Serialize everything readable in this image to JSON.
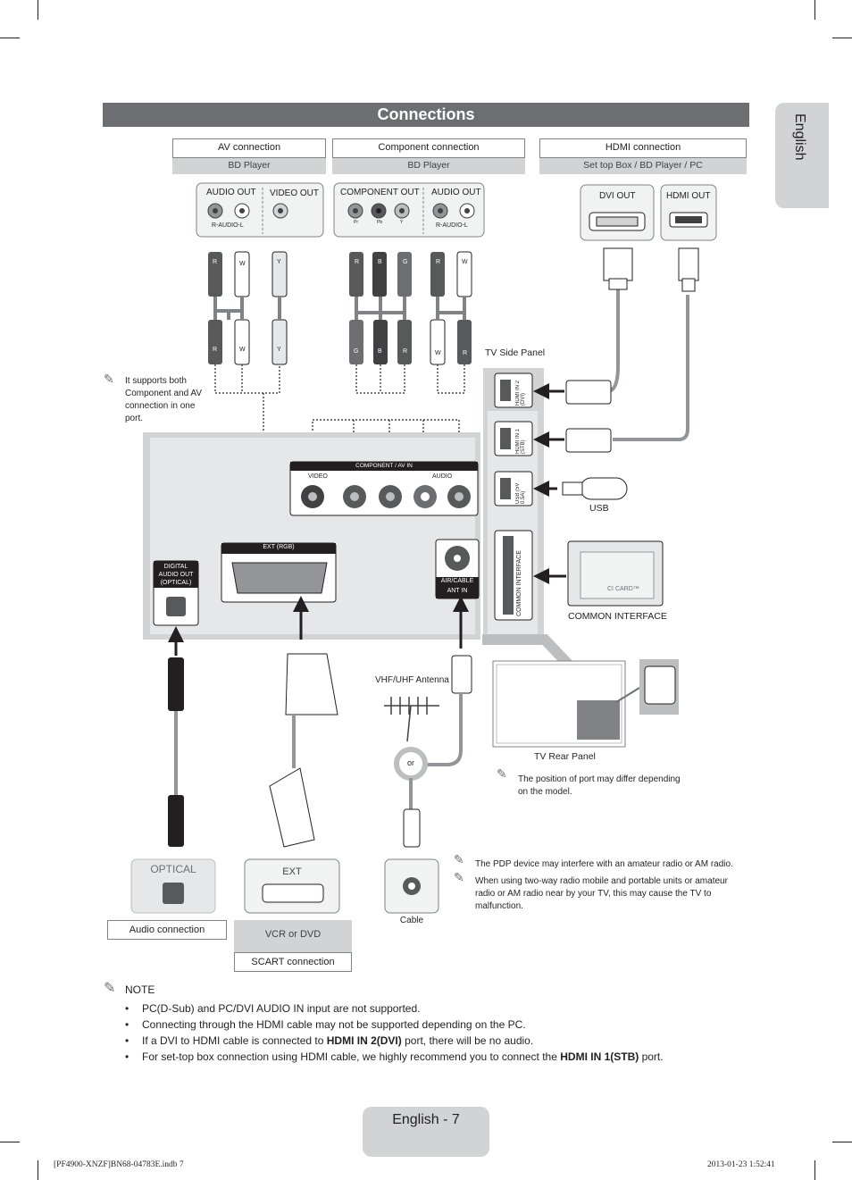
{
  "header": {
    "title": "Connections",
    "language_tab": "English"
  },
  "sections": {
    "av": {
      "title": "AV connection",
      "device": "BD Player",
      "audio_out": "AUDIO OUT",
      "video_out": "VIDEO OUT",
      "r_audio_l": "R-AUDIO-L"
    },
    "component": {
      "title": "Component connection",
      "device": "BD Player",
      "component_out": "COMPONENT OUT",
      "audio_out": "AUDIO OUT",
      "r_audio_l": "R-AUDIO-L",
      "pr": "Pr",
      "pb": "Pb",
      "y": "Y"
    },
    "hdmi": {
      "title": "HDMI connection",
      "device": "Set top Box / BD Player / PC",
      "dvi_out": "DVI OUT",
      "hdmi_out": "HDMI OUT"
    }
  },
  "plug_labels": {
    "av_top": [
      "R",
      "W",
      "Y"
    ],
    "av_bottom": [
      "R",
      "W",
      "Y"
    ],
    "comp_top": [
      "R",
      "B",
      "G",
      "R",
      "W"
    ],
    "comp_bottom": [
      "G",
      "B",
      "R",
      "W",
      "R"
    ]
  },
  "notes": {
    "component_av": "It supports both Component and AV connection in one port.",
    "port_position": "The position of port may differ depending on the model.",
    "pdp_interfere": "The PDP device may interfere with an amateur radio or AM radio.",
    "two_way_radio": "When using two-way radio mobile and portable units or amateur radio or AM radio near by your TV, this may cause the TV to malfunction."
  },
  "tv_panel": {
    "side_panel": "TV Side Panel",
    "rear_panel": "TV Rear Panel",
    "hdmi_in2": "HDMI IN 2 (DVI)",
    "hdmi_in1": "HDMI IN 1 (STB)",
    "usb_port": "USB (5V 0.5A)",
    "common_interface_port": "COMMON INTERFACE",
    "component_av_in": "COMPONENT / AV IN",
    "video": "VIDEO",
    "audio": "AUDIO",
    "ext_rgb": "EXT (RGB)",
    "air_cable": "AIR/CABLE",
    "ant_in": "ANT IN",
    "digital_audio_out": "DIGITAL AUDIO OUT (OPTICAL)"
  },
  "devices": {
    "usb": "USB",
    "common_interface": "COMMON INTERFACE",
    "ci_card": "CI CARD™",
    "antenna": "VHF/UHF Antenna",
    "or": "or",
    "optical": "OPTICAL",
    "ext": "EXT",
    "cable": "Cable",
    "vcr_dvd": "VCR or DVD"
  },
  "bottom_labels": {
    "audio_connection": "Audio connection",
    "scart_connection": "SCART connection"
  },
  "note_section": {
    "heading": "NOTE",
    "items": [
      "PC(D-Sub) and PC/DVI AUDIO IN input are not supported.",
      "Connecting through the HDMI cable may not be supported depending on the PC."
    ],
    "item3_pre": "If a DVI to HDMI cable is connected to ",
    "item3_bold": "HDMI IN 2(DVI)",
    "item3_post": " port, there will be no audio.",
    "item4_pre": "For set-top box connection using HDMI cable, we highly recommend you to connect the ",
    "item4_bold": "HDMI IN 1(STB)",
    "item4_post": " port."
  },
  "footer": {
    "page": "English - 7",
    "file": "[PF4900-XNZF]BN68-04783E.indb   7",
    "date": "2013-01-23   1:52:41"
  }
}
